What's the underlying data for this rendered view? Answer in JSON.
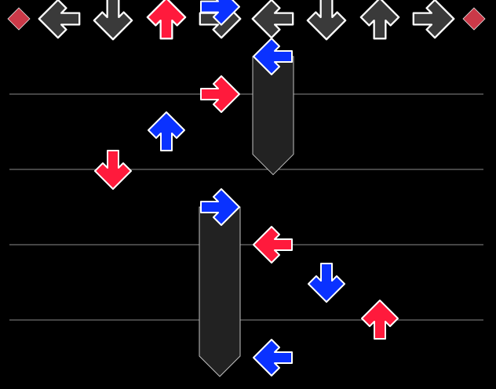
{
  "game": {
    "mode": "double",
    "colors": {
      "background": "#000000",
      "beat_line": "#8a8a8a",
      "receptor_fill": "#3a3a3a",
      "receptor_stroke": "#ffffff",
      "receptor_lit": "#ff1a3c",
      "note_red": "#ff1a3c",
      "note_blue": "#0a32ff",
      "note_stroke": "#ffffff",
      "hold_body": "#222222",
      "hold_stroke": "#c0c0c0",
      "side_marker": "#e04050"
    },
    "side_markers": [
      {
        "name": "left-side-marker-icon"
      },
      {
        "name": "right-side-marker-icon"
      }
    ],
    "receptors": [
      {
        "direction": "left",
        "lit": false
      },
      {
        "direction": "down",
        "lit": false
      },
      {
        "direction": "up",
        "lit": true
      },
      {
        "direction": "right",
        "lit": false
      },
      {
        "direction": "left",
        "lit": false
      },
      {
        "direction": "down",
        "lit": false
      },
      {
        "direction": "up",
        "lit": false
      },
      {
        "direction": "right",
        "lit": false
      }
    ],
    "beat_lines": 4,
    "notes": [
      {
        "direction": "right",
        "color": "blue",
        "beat": -0.16
      },
      {
        "direction": "left",
        "color": "blue",
        "beat": 0.5,
        "hold_beats": 1.57
      },
      {
        "direction": "right",
        "color": "red",
        "beat": 1.0
      },
      {
        "direction": "up",
        "color": "blue",
        "beat": 1.5
      },
      {
        "direction": "down",
        "color": "red",
        "beat": 2.0
      },
      {
        "direction": "right",
        "color": "blue",
        "beat": 2.5,
        "hold_beats": 2.25
      },
      {
        "direction": "left",
        "color": "red",
        "beat": 3.0
      },
      {
        "direction": "down",
        "color": "blue",
        "beat": 3.5
      },
      {
        "direction": "up",
        "color": "red",
        "beat": 4.0
      },
      {
        "direction": "left",
        "color": "blue",
        "beat": 4.5
      }
    ]
  }
}
